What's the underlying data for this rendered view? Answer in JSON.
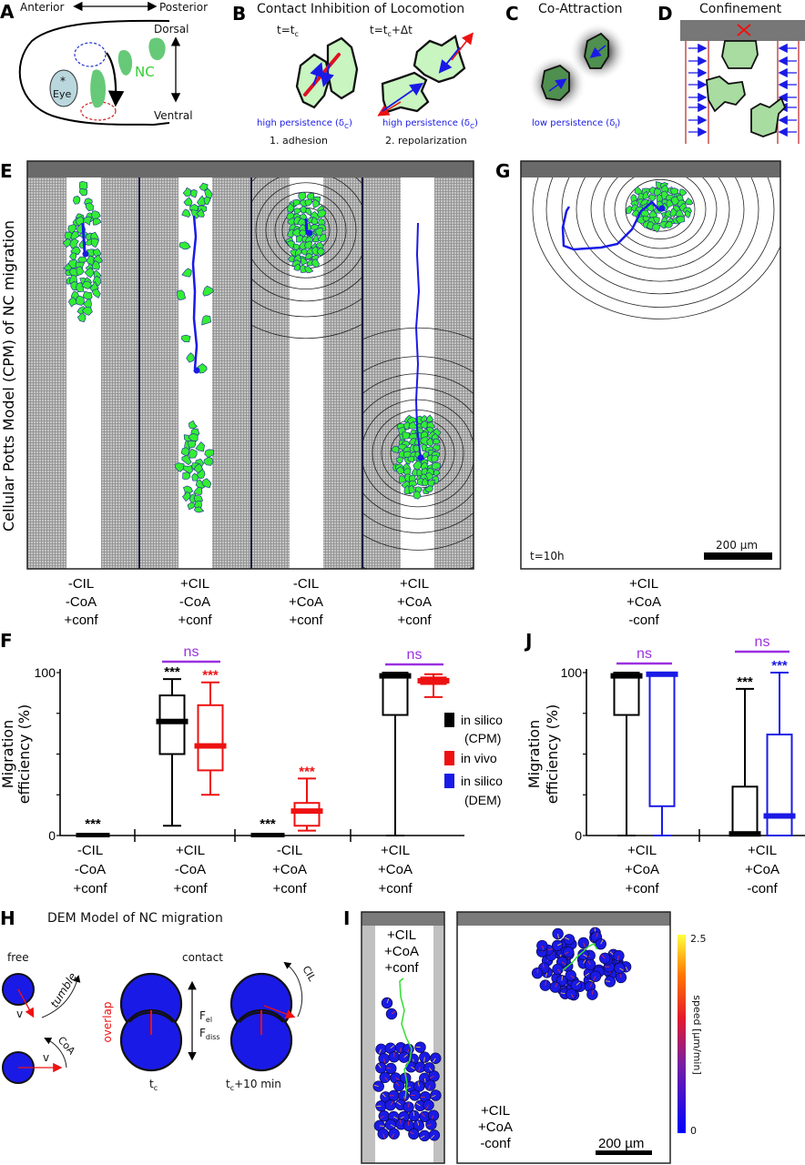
{
  "panel_labels": {
    "A": "A",
    "B": "B",
    "C": "C",
    "D": "D",
    "E": "E",
    "F": "F",
    "G": "G",
    "H": "H",
    "I": "I",
    "J": "J"
  },
  "panelA": {
    "anterior": "Anterior",
    "posterior": "Posterior",
    "dorsal": "Dorsal",
    "ventral": "Ventral",
    "eye_star": "*",
    "eye": "Eye",
    "nc": "NC"
  },
  "panelB": {
    "title": "Contact Inhibition of Locomotion",
    "t1": {
      "a": "t=t",
      "sub": "c"
    },
    "t2": {
      "a": "t=t",
      "sub": "c",
      "b": "+Δt"
    },
    "persistence": {
      "a": "high persistence (δ",
      "sub": "C",
      "b": ")"
    },
    "step1": "1. adhesion",
    "step2": "2. repolarization"
  },
  "panelC": {
    "title": "Co-Attraction",
    "persistence": {
      "a": "low persistence (δ",
      "sub": "I",
      "b": ")"
    }
  },
  "panelD": {
    "title": "Confinement"
  },
  "panelE": {
    "ylabel": "Cellular Potts Model (CPM) of NC migration",
    "conditions": [
      [
        "-CIL",
        "-CoA",
        "+conf"
      ],
      [
        "+CIL",
        "-CoA",
        "+conf"
      ],
      [
        "-CIL",
        "+CoA",
        "+conf"
      ],
      [
        "+CIL",
        "+CoA",
        "+conf"
      ]
    ]
  },
  "panelG": {
    "time": "t=10h",
    "scale": "200 µm",
    "condition": [
      "+CIL",
      "+CoA",
      "-conf"
    ]
  },
  "panelH": {
    "title": "DEM Model of NC migration",
    "free": "free",
    "contact": "contact",
    "v": "v",
    "tumble": "tumble",
    "coa": "CoA",
    "overlap": "overlap",
    "fel": {
      "a": "F",
      "sub": "el"
    },
    "fdiss": {
      "a": "F",
      "sub": "diss"
    },
    "cil": "CIL",
    "tc": {
      "a": "t",
      "sub": "c"
    },
    "tc10": {
      "a": "t",
      "sub": "c",
      "b": "+10 min"
    }
  },
  "panelI": {
    "left_condition": [
      "+CIL",
      "+CoA",
      "+conf"
    ],
    "right_condition": [
      "+CIL",
      "+CoA",
      "-conf"
    ],
    "scale": "200 µm",
    "colorbar": {
      "label": "speed [µm/min]",
      "max": "2.5",
      "min": "0"
    }
  },
  "colors": {
    "cpm": "#000000",
    "in_vivo": "#ee1111",
    "dem": "#1a1ae6",
    "ns": "#9b30e0",
    "nc_green": "#33ee33",
    "cell_blue": "#1a1ae6"
  },
  "chart_data": [
    {
      "id": "F",
      "type": "box",
      "title": "",
      "ylabel": [
        "Migration",
        "efficiency (%)"
      ],
      "ylim": [
        0,
        100
      ],
      "yticks": [
        "0",
        "100"
      ],
      "series": [
        {
          "name": "in silico",
          "name2": "(CPM)",
          "color": "#000000"
        },
        {
          "name": "in vivo",
          "name2": "",
          "color": "#ee1111"
        },
        {
          "name": "in silico",
          "name2": "(DEM)",
          "color": "#1a1ae6"
        }
      ],
      "groups": [
        {
          "label": [
            "-CIL",
            "-CoA",
            "+conf"
          ],
          "comparison": null,
          "boxes": [
            {
              "series": 0,
              "min": 0,
              "q1": 0,
              "median": 0,
              "q3": 0,
              "max": 0,
              "sig": "***"
            },
            null
          ]
        },
        {
          "label": [
            "+CIL",
            "-CoA",
            "+conf"
          ],
          "comparison": "ns",
          "boxes": [
            {
              "series": 0,
              "min": 6,
              "q1": 50,
              "median": 70,
              "q3": 86,
              "max": 96,
              "sig": "***"
            },
            {
              "series": 1,
              "min": 25,
              "q1": 40,
              "median": 55,
              "q3": 80,
              "max": 94,
              "sig": "***"
            }
          ]
        },
        {
          "label": [
            "-CIL",
            "+CoA",
            "+conf"
          ],
          "comparison": null,
          "boxes": [
            {
              "series": 0,
              "min": 0,
              "q1": 0,
              "median": 0,
              "q3": 0,
              "max": 0,
              "sig": "***"
            },
            {
              "series": 1,
              "min": 3,
              "q1": 6,
              "median": 15,
              "q3": 20,
              "max": 35,
              "sig": "***"
            }
          ]
        },
        {
          "label": [
            "+CIL",
            "+CoA",
            "+conf"
          ],
          "comparison": "ns",
          "boxes": [
            {
              "series": 0,
              "min": 0,
              "q1": 74,
              "median": 98,
              "q3": 100,
              "max": 100,
              "sig": ""
            },
            {
              "series": 1,
              "min": 85,
              "q1": 93,
              "median": 95,
              "q3": 97,
              "max": 99,
              "sig": ""
            }
          ]
        }
      ]
    },
    {
      "id": "J",
      "type": "box",
      "title": "",
      "ylabel": [
        "Migration",
        "efficiency (%)"
      ],
      "ylim": [
        0,
        100
      ],
      "yticks": [
        "0",
        "100"
      ],
      "series": [
        {
          "name": "in silico (CPM)",
          "color": "#000000"
        },
        {
          "name": "in silico (DEM)",
          "color": "#1a1ae6"
        }
      ],
      "groups": [
        {
          "label": [
            "+CIL",
            "+CoA",
            "+conf"
          ],
          "comparison": "ns",
          "boxes": [
            {
              "series": 0,
              "min": 0,
              "q1": 74,
              "median": 98,
              "q3": 100,
              "max": 100,
              "sig": ""
            },
            {
              "series": 1,
              "min": 0,
              "q1": 18,
              "median": 99,
              "q3": 100,
              "max": 100,
              "sig": ""
            }
          ]
        },
        {
          "label": [
            "+CIL",
            "+CoA",
            "-conf"
          ],
          "comparison": "ns",
          "boxes": [
            {
              "series": 0,
              "min": 0,
              "q1": 0,
              "median": 1,
              "q3": 30,
              "max": 90,
              "sig": "***"
            },
            {
              "series": 1,
              "min": 0,
              "q1": 0,
              "median": 12,
              "q3": 62,
              "max": 100,
              "sig": "***"
            }
          ]
        }
      ]
    }
  ]
}
